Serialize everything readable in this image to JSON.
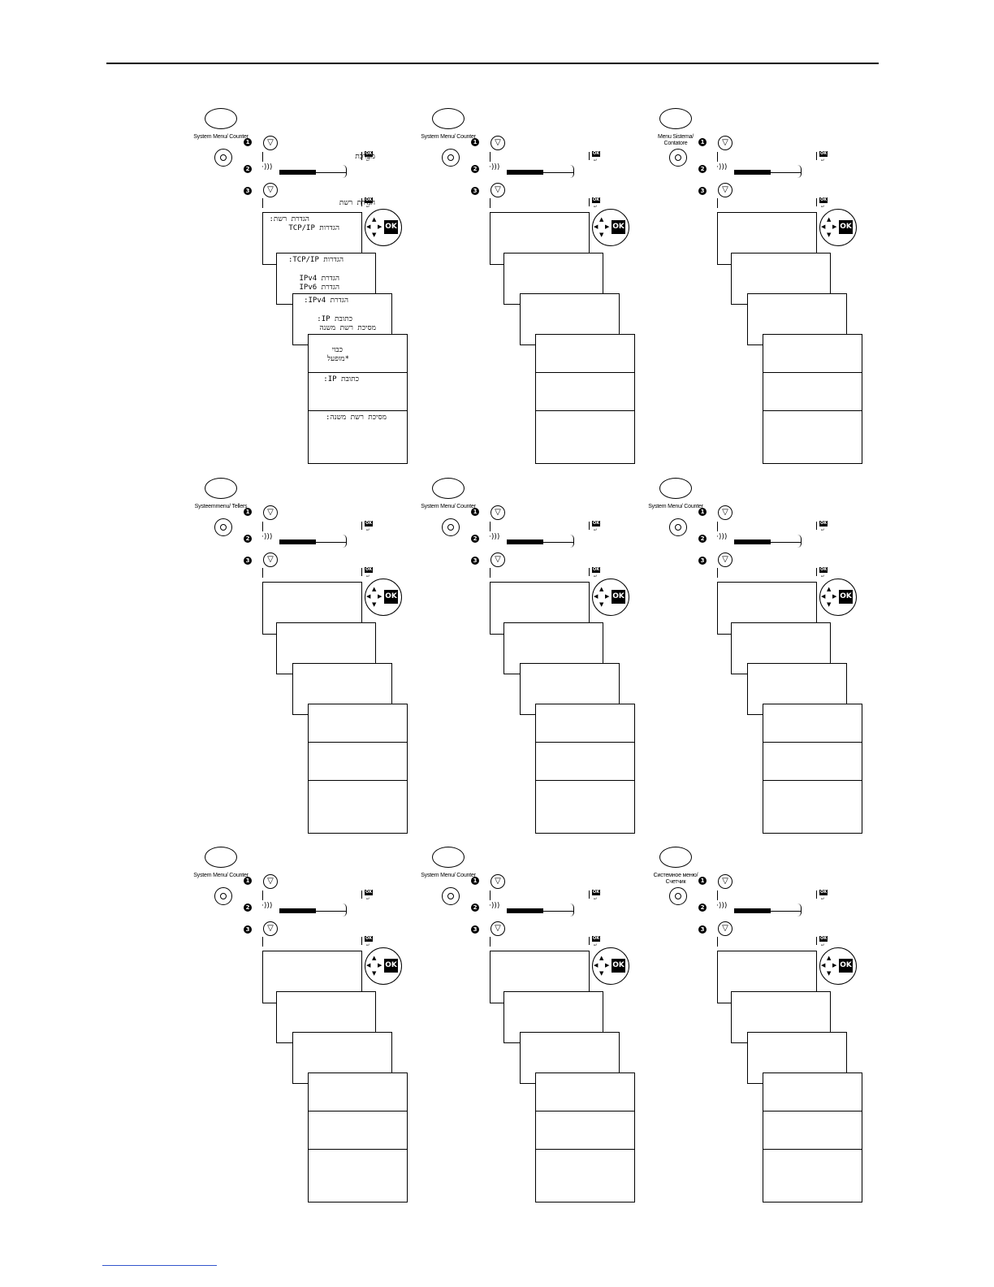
{
  "panels": [
    {
      "key_label": "System Menu/ Counter",
      "row1_text": "מערכת",
      "row3_text": "הגדרת רשת",
      "s1_l1": "הגדרת רשת:",
      "s1_l2": "הגדרות TCP/IP",
      "s2_l1": "הגדרות TCP/IP:",
      "s2_l2": "הגדרת IPv4",
      "s2_l3": "הגדרת IPv6",
      "s3_l1": "הגדרת IPv4:",
      "s3_l2": "כתובת IP:",
      "s3_l3": "מסיכת רשת משנה",
      "s4_l1": "כבוי",
      "s4_l2": "*מופעל",
      "s5_l1": "כתובת IP:",
      "s6_l1": "מסיכת רשת משנה:"
    },
    {
      "key_label": "System Menu/ Counter",
      "row1_text": "",
      "row3_text": ""
    },
    {
      "key_label": "Menu Sistema/ Contatore",
      "row1_text": "",
      "row3_text": ""
    },
    {
      "key_label": "Systeemmenu/ Tellers",
      "row1_text": "",
      "row3_text": ""
    },
    {
      "key_label": "System Menu/ Counter",
      "row1_text": "",
      "row3_text": ""
    },
    {
      "key_label": "System Menu/ Counter",
      "row1_text": "",
      "row3_text": ""
    },
    {
      "key_label": "System Menu/ Counter",
      "row1_text": "",
      "row3_text": ""
    },
    {
      "key_label": "System Menu/ Counter",
      "row1_text": "",
      "row3_text": ""
    },
    {
      "key_label": "Системное меню/ Счетчик",
      "row1_text": "",
      "row3_text": ""
    }
  ],
  "step_numbers": [
    "1",
    "2",
    "3"
  ],
  "ok_label": "OK",
  "icons": {
    "down": "down-triangle-icon",
    "voice": "voice-wave-icon",
    "nav": "four-way-arrows-icon"
  },
  "volume_level": 0.55
}
